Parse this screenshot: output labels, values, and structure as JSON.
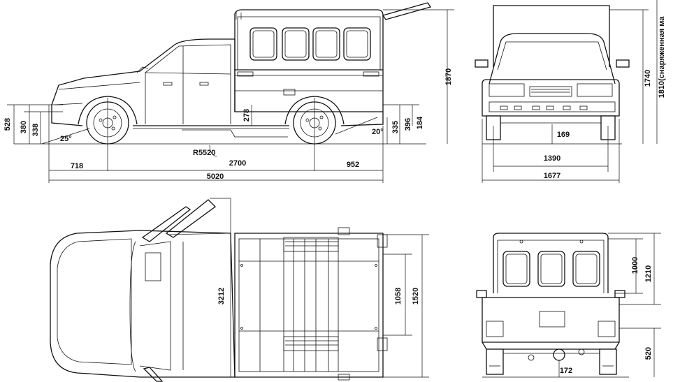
{
  "side_view": {
    "dims": {
      "overall_height": "1870",
      "ground_528": "528",
      "ground_380": "380",
      "ground_338": "338",
      "approach_angle": "25°",
      "departure_angle": "20°",
      "bed_278": "278",
      "rear_335": "335",
      "rear_396": "396",
      "rear_184": "184",
      "turn_radius": "R5520",
      "front_overhang": "718",
      "wheelbase": "2700",
      "rear_overhang": "952",
      "overall_length": "5020"
    }
  },
  "front_view": {
    "dims": {
      "height_1740": "1740",
      "curb_height": "1810(снаряженная ма",
      "clearance_169": "169",
      "track": "1390",
      "width": "1677"
    }
  },
  "top_view": {
    "dims": {
      "cab_length": "3212",
      "bed_1058": "1058",
      "bed_1520": "1520"
    }
  },
  "rear_view": {
    "dims": {
      "canopy_1000": "1000",
      "canopy_1210": "1210",
      "floor_520": "520",
      "clearance_172": "172"
    }
  }
}
